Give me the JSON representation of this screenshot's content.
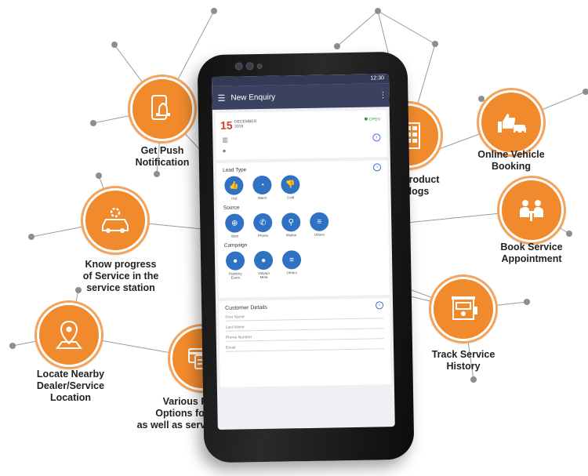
{
  "features": [
    {
      "id": "push",
      "label": "Get Push\nNotification",
      "icon": "bell-icon"
    },
    {
      "id": "catalog",
      "label": "View Product\nCatalogs",
      "icon": "catalog-icon"
    },
    {
      "id": "online",
      "label": "Online Vehicle\nBooking",
      "icon": "thumbs-up-car-icon"
    },
    {
      "id": "book",
      "label": "Book Service\nAppointment",
      "icon": "meeting-icon"
    },
    {
      "id": "progress",
      "label": "Know progress\nof Service in the\nservice station",
      "icon": "car-gear-icon"
    },
    {
      "id": "locate",
      "label": "Locate Nearby\nDealer/Service\nLocation",
      "icon": "map-pin-icon"
    },
    {
      "id": "payment",
      "label": "Various Payment\nOptions for booking\nas well as service payments",
      "icon": "credit-card-icon"
    },
    {
      "id": "history",
      "label": "Track Service\nHistory",
      "icon": "machine-icon"
    }
  ],
  "colors": {
    "accent": "#f08a2c",
    "line": "#9a9a9a",
    "screen_header": "#3b4260",
    "icon_blue": "#2f72c4"
  },
  "phone": {
    "time": "12:30",
    "title": "New Enquiry",
    "date_day": "15",
    "date_month": "DECEMBER",
    "date_year": "2016",
    "status": "OPEN",
    "lead_type_title": "Lead Type",
    "lead_types": [
      "Hot",
      "Warm",
      "Cold"
    ],
    "source_title": "Source",
    "sources": [
      "Web",
      "Phone",
      "Walkin",
      "Others"
    ],
    "campaign_title": "Campaign",
    "campaigns": [
      "Publicity\nEvent",
      "Vidyapi\nMela",
      "Others"
    ],
    "customer_title": "Customer Details",
    "fields": [
      "First Name",
      "Last Name",
      "Phone Number",
      "Email"
    ]
  }
}
